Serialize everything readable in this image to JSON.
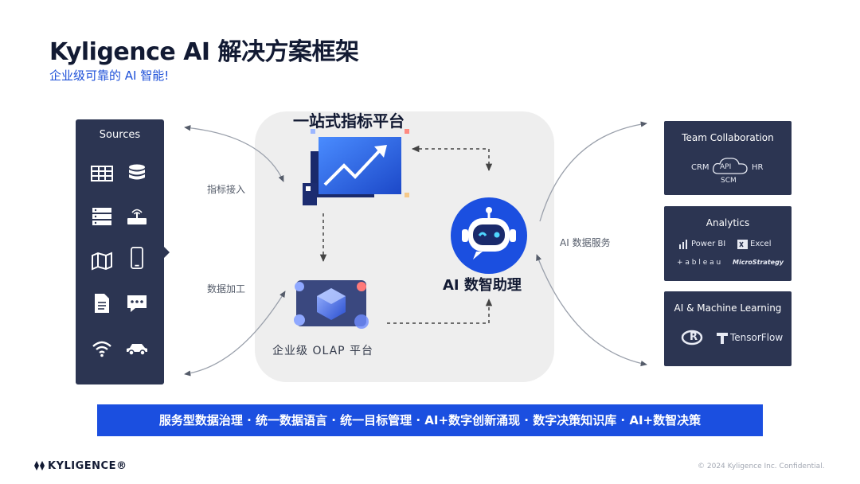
{
  "header": {
    "title": "Kyligence AI 解决方案框架",
    "subtitle": "企业级可靠的 AI 智能!"
  },
  "sources": {
    "title": "Sources",
    "icons": [
      "table-icon",
      "database-icon",
      "server-icon",
      "router-icon",
      "map-icon",
      "mobile-icon",
      "document-icon",
      "chat-icon",
      "wifi-icon",
      "car-icon"
    ]
  },
  "center": {
    "platform_title": "一站式指标平台",
    "ai_assistant_label": "AI 数智助理",
    "olap_label": "企业级 OLAP 平台"
  },
  "connectors": {
    "metric_ingest": "指标接入",
    "data_processing": "数据加工",
    "ai_data_service": "AI 数据服务"
  },
  "right_cards": {
    "team": {
      "title": "Team Collaboration",
      "left": "CRM",
      "center": "API",
      "right": "HR",
      "bottom": "SCM"
    },
    "analytics": {
      "title": "Analytics",
      "logos": [
        "Power BI",
        "Excel",
        "+ a b l e a u",
        "MicroStrategy"
      ]
    },
    "ml": {
      "title": "AI & Machine Learning",
      "logos": [
        "R",
        "TensorFlow"
      ]
    }
  },
  "banner": "服务型数据治理 · 统一数据语言 · 统一目标管理 · AI+数字创新涌现 · 数字决策知识库 · AI+数智决策",
  "footer": {
    "brand": "KYLIGENCE®",
    "copyright": "© 2024 Kyligence Inc. Confidential."
  },
  "colors": {
    "accent": "#1b4fe0",
    "panel": "#2c3552",
    "title": "#121a33"
  }
}
